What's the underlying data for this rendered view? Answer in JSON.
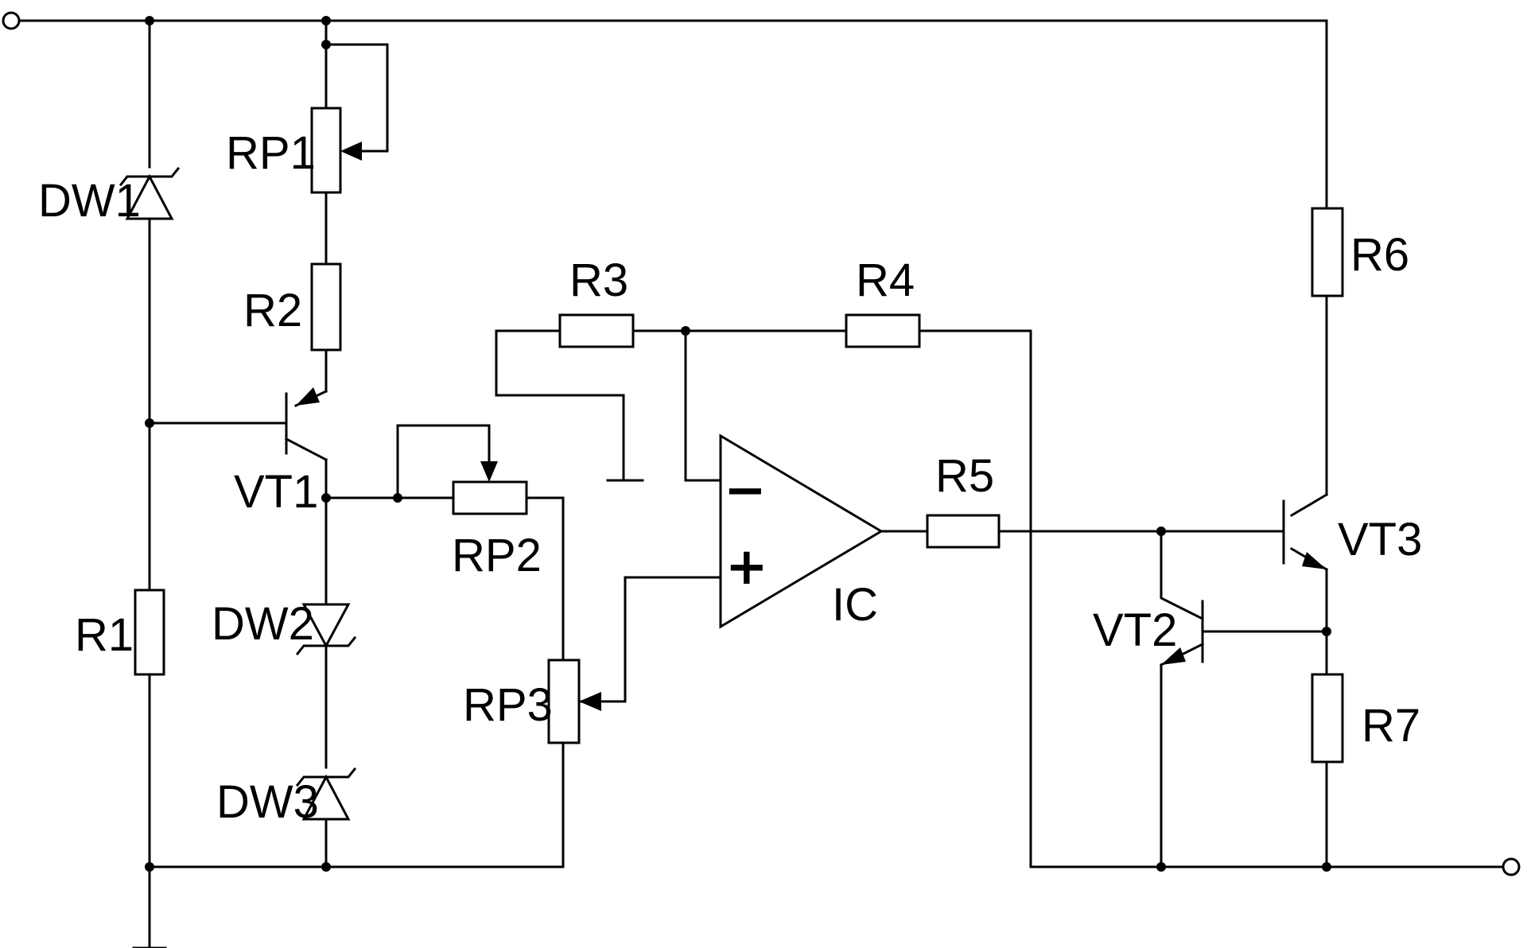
{
  "components": {
    "dw1": "DW1",
    "rp1": "RP1",
    "r2": "R2",
    "vt1": "VT1",
    "r1": "R1",
    "dw2": "DW2",
    "dw3": "DW3",
    "rp2": "RP2",
    "rp3": "RP3",
    "r3": "R3",
    "r4": "R4",
    "ic": "IC",
    "r5": "R5",
    "r6": "R6",
    "vt3": "VT3",
    "vt2": "VT2",
    "r7": "R7"
  },
  "opamp": {
    "minus": "−",
    "plus": "+"
  }
}
